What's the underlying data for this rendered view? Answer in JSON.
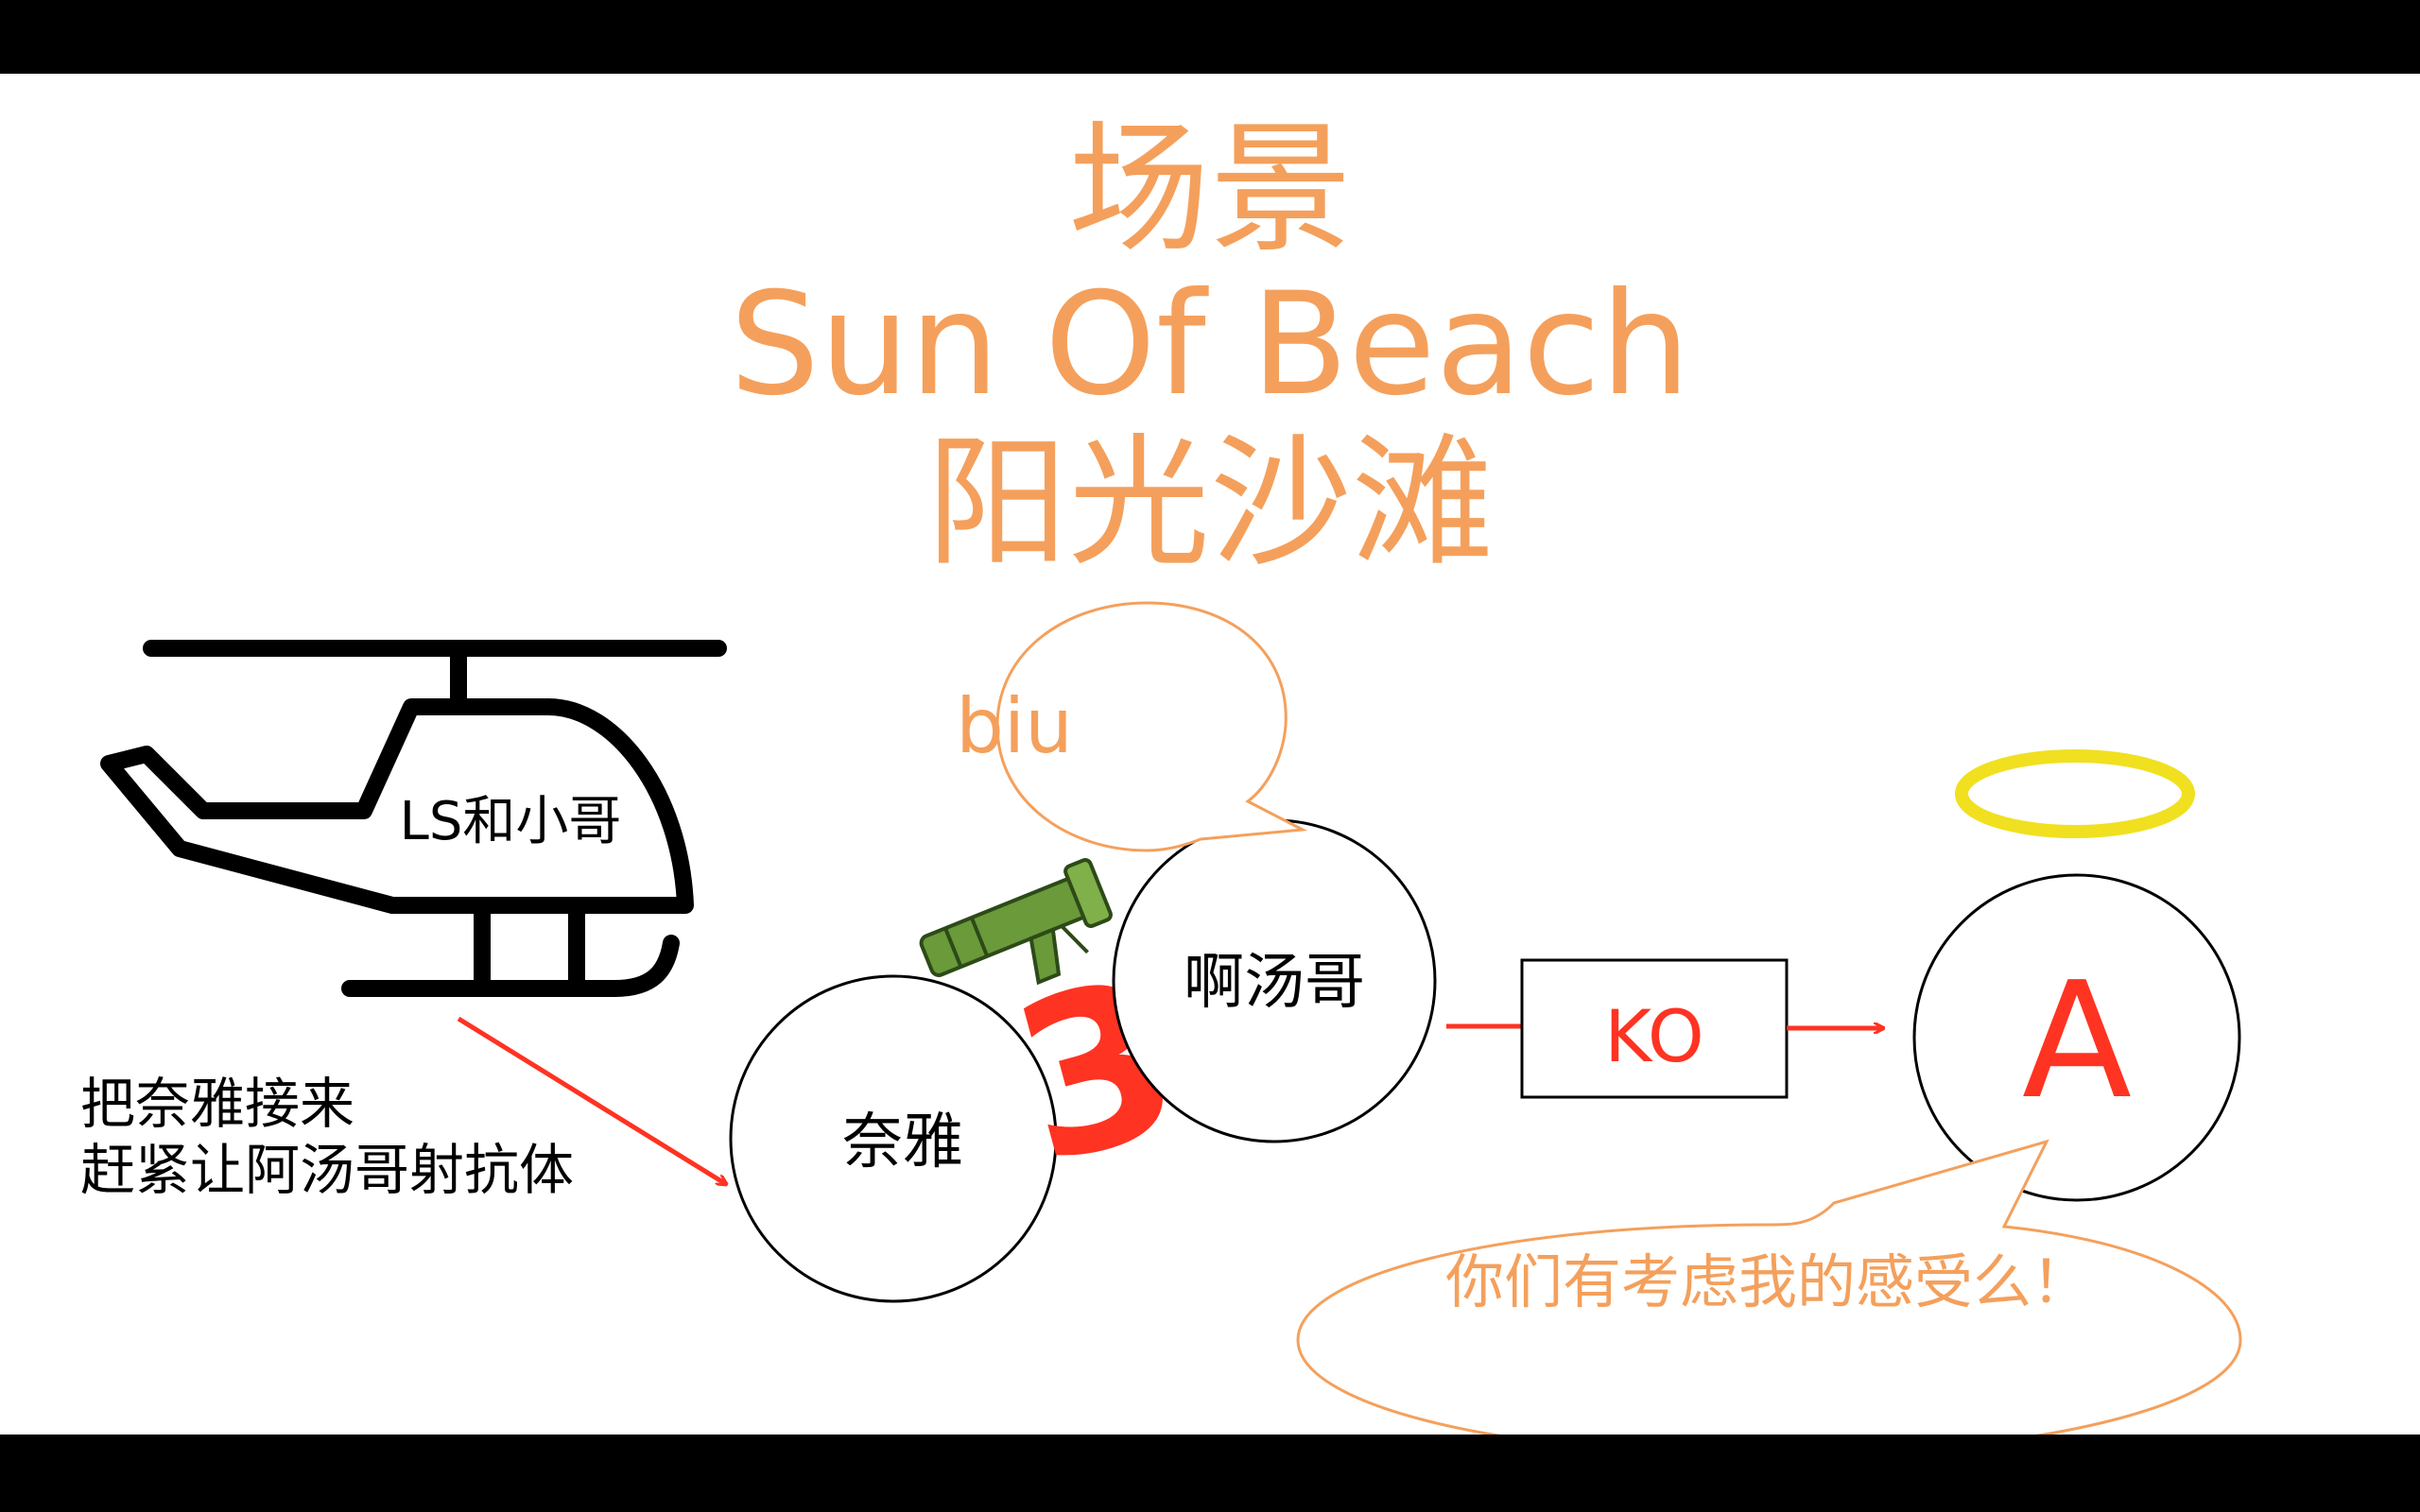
{
  "title": {
    "line1": "场景",
    "line2": "Sun Of Beach",
    "line3": "阳光沙滩"
  },
  "helicopter": {
    "label": "LS和小哥"
  },
  "instruction": {
    "line1": "把奈雅接来",
    "line2": "赶紧让阿汤哥射抗体"
  },
  "nodes": {
    "naiya": "奈雅",
    "atangge": "啊汤哥",
    "a": "A"
  },
  "bubbles": {
    "biu": "biu",
    "complaint": "你们有考虑我的感受么！"
  },
  "ko_box": "KO",
  "kiss_mark": "3",
  "colors": {
    "title": "#f4a05c",
    "arrow": "#ff3322",
    "halo": "#f0e020",
    "gun": "#6a9a3a"
  }
}
